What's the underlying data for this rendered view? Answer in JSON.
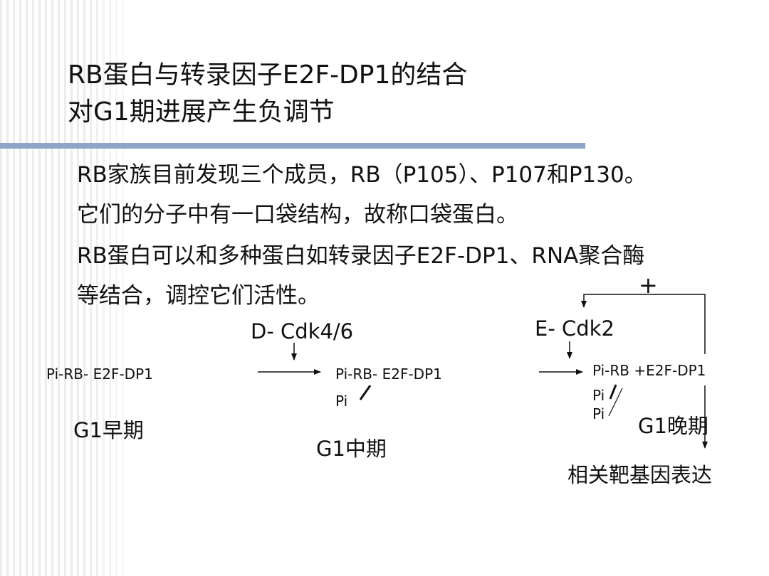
{
  "title": {
    "line1": "RB蛋白与转录因子E2F-DP1的结合",
    "line2": "对G1期进展产生负调节"
  },
  "body": {
    "p1": "RB家族目前发现三个成员，RB（P105）、P107和P130。",
    "p2": "它们的分子中有一口袋结构，故称口袋蛋白。",
    "p3": "RB蛋白可以和多种蛋白如转录因子E2F-DP1、RNA聚合酶",
    "p4": "等结合，调控它们活性。"
  },
  "diagram": {
    "plus": "+",
    "enzyme_d": "D- Cdk4/6",
    "enzyme_e": "E- Cdk2",
    "complex_early": "Pi-RB- E2F-DP1",
    "complex_mid": "Pi-RB- E2F-DP1",
    "complex_mid_pi": "Pi",
    "complex_late": "Pi-RB  +E2F-DP1",
    "complex_late_pi1": "Pi",
    "complex_late_pi2": "Pi",
    "stage_early": "G1早期",
    "stage_mid": "G1中期",
    "stage_late": "G1晚期",
    "outcome": "相关靶基因表达"
  }
}
